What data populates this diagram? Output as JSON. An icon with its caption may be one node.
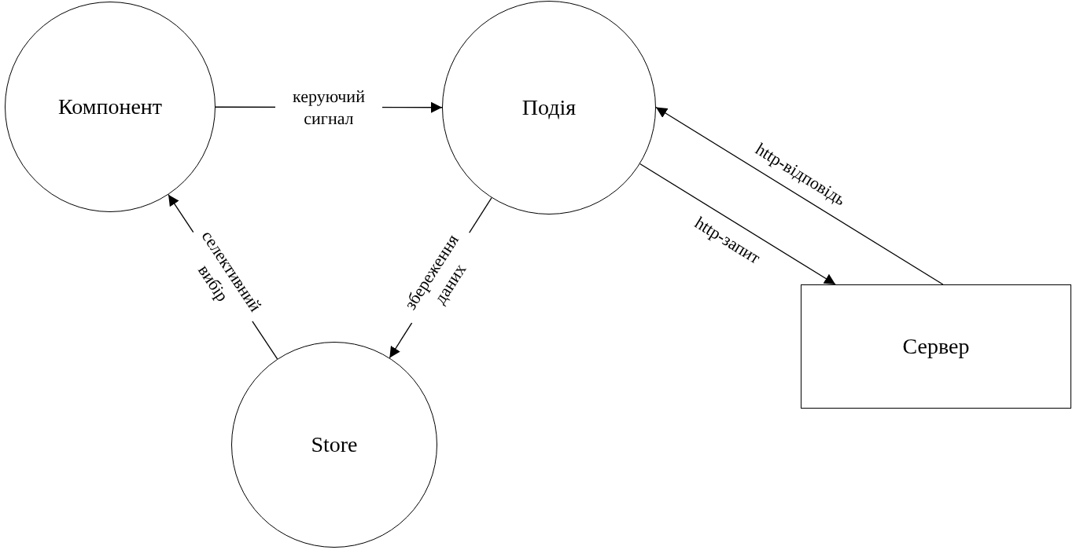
{
  "diagram": {
    "nodes": [
      {
        "text": [
          "Компонент"
        ]
      },
      {
        "text": [
          "Подія"
        ]
      },
      {
        "text": [
          "Store"
        ]
      },
      {
        "text": [
          "Сервер"
        ]
      }
    ],
    "edges": [
      {
        "from": 0,
        "to": 1,
        "arrow": "to",
        "label": "керуючий сигнал"
      },
      {
        "from": 1,
        "to": 3,
        "arrow": "to",
        "label": "http-запит"
      },
      {
        "from": 3,
        "to": 1,
        "arrow": "to",
        "label": "http-відповідь"
      },
      {
        "from": 1,
        "to": 2,
        "arrow": "to",
        "label": "збереження даних"
      },
      {
        "from": 2,
        "to": 0,
        "arrow": "to",
        "label": "селективний вибір"
      }
    ]
  }
}
